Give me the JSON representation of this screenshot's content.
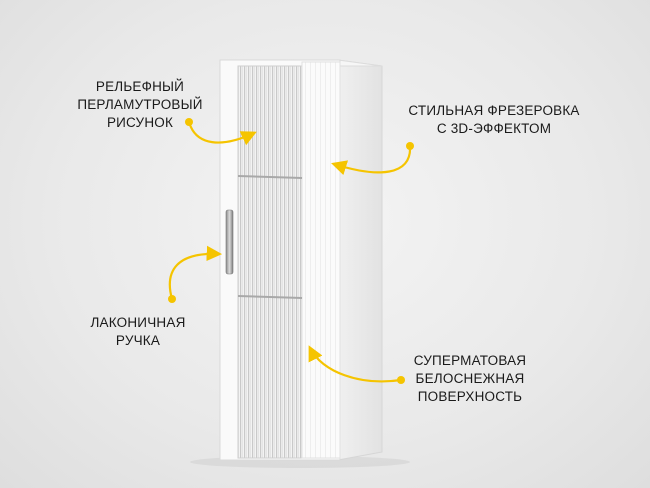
{
  "callouts": {
    "pattern": {
      "lines": [
        "РЕЛЬЕФНЫЙ",
        "ПЕРЛАМУТРОВЫЙ",
        "РИСУНОК"
      ]
    },
    "milling": {
      "lines": [
        "СТИЛЬНАЯ ФРЕЗЕРОВКА",
        "С 3D-ЭФФЕКТОМ"
      ]
    },
    "handle": {
      "lines": [
        "ЛАКОНИЧНАЯ",
        "РУЧКА"
      ]
    },
    "surface": {
      "lines": [
        "СУПЕРМАТОВАЯ",
        "БЕЛОСНЕЖНАЯ",
        "ПОВЕРХНОСТЬ"
      ]
    }
  },
  "colors": {
    "accent": "#f5c400",
    "text": "#1a1a1a",
    "cabinet": "#fafafa"
  }
}
